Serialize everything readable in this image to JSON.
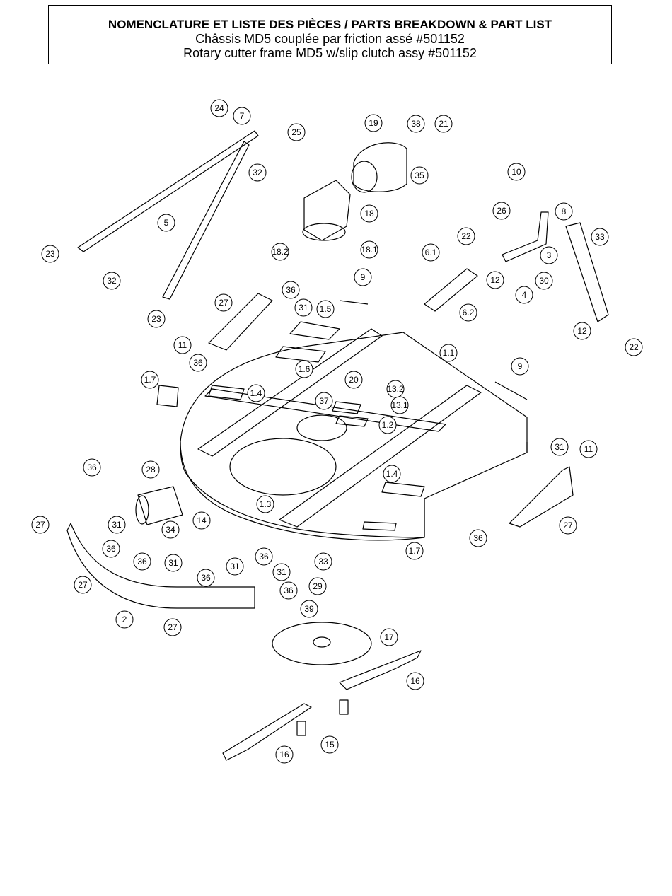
{
  "header": {
    "title": "NOMENCLATURE ET LISTE DES PIÈCES / PARTS BREAKDOWN & PART LIST",
    "subtitle_fr": "Châssis MD5 couplée par friction assé #501152",
    "subtitle_en": "Rotary cutter frame MD5 w/slip clutch assy #501152"
  },
  "callouts": [
    {
      "id": "c24a",
      "label": "24"
    },
    {
      "id": "c7",
      "label": "7"
    },
    {
      "id": "c32a",
      "label": "32"
    },
    {
      "id": "c25",
      "label": "25"
    },
    {
      "id": "c19",
      "label": "19"
    },
    {
      "id": "c38",
      "label": "38"
    },
    {
      "id": "c21",
      "label": "21"
    },
    {
      "id": "c35",
      "label": "35"
    },
    {
      "id": "c10",
      "label": "10"
    },
    {
      "id": "c26",
      "label": "26"
    },
    {
      "id": "c8",
      "label": "8"
    },
    {
      "id": "c5",
      "label": "5"
    },
    {
      "id": "c18",
      "label": "18"
    },
    {
      "id": "c22a",
      "label": "22"
    },
    {
      "id": "c33a",
      "label": "33"
    },
    {
      "id": "c23a",
      "label": "23"
    },
    {
      "id": "c18_2",
      "label": "18.2"
    },
    {
      "id": "c18_1",
      "label": "18.1"
    },
    {
      "id": "c6_1",
      "label": "6.1"
    },
    {
      "id": "c3",
      "label": "3"
    },
    {
      "id": "c32b",
      "label": "32"
    },
    {
      "id": "c9a",
      "label": "9"
    },
    {
      "id": "c12a",
      "label": "12"
    },
    {
      "id": "c30",
      "label": "30"
    },
    {
      "id": "c36a",
      "label": "36"
    },
    {
      "id": "c4",
      "label": "4"
    },
    {
      "id": "c27a",
      "label": "27"
    },
    {
      "id": "c31a",
      "label": "31"
    },
    {
      "id": "c1_5",
      "label": "1.5"
    },
    {
      "id": "c23b",
      "label": "23"
    },
    {
      "id": "c6_2",
      "label": "6.2"
    },
    {
      "id": "c12b",
      "label": "12"
    },
    {
      "id": "c22b",
      "label": "22"
    },
    {
      "id": "c11a",
      "label": "11"
    },
    {
      "id": "c1_1",
      "label": "1.1"
    },
    {
      "id": "c36b",
      "label": "36"
    },
    {
      "id": "c1_6",
      "label": "1.6"
    },
    {
      "id": "c9b",
      "label": "9"
    },
    {
      "id": "c17a",
      "label": "1.7"
    },
    {
      "id": "c20",
      "label": "20"
    },
    {
      "id": "c13_2",
      "label": "13.2"
    },
    {
      "id": "c1_4a",
      "label": "1.4"
    },
    {
      "id": "c37",
      "label": "37"
    },
    {
      "id": "c13_1",
      "label": "13.1"
    },
    {
      "id": "c1_2",
      "label": "1.2"
    },
    {
      "id": "c31b",
      "label": "31"
    },
    {
      "id": "c11b",
      "label": "11"
    },
    {
      "id": "c36c",
      "label": "36"
    },
    {
      "id": "c28",
      "label": "28"
    },
    {
      "id": "c1_4b",
      "label": "1.4"
    },
    {
      "id": "c1_3",
      "label": "1.3"
    },
    {
      "id": "c14",
      "label": "14"
    },
    {
      "id": "c27b",
      "label": "27"
    },
    {
      "id": "c31c",
      "label": "31"
    },
    {
      "id": "c34",
      "label": "34"
    },
    {
      "id": "c27c",
      "label": "27"
    },
    {
      "id": "c36d",
      "label": "36"
    },
    {
      "id": "c1_7b",
      "label": "1.7"
    },
    {
      "id": "c36e",
      "label": "36"
    },
    {
      "id": "c33b",
      "label": "33"
    },
    {
      "id": "c36f",
      "label": "36"
    },
    {
      "id": "c31d",
      "label": "31"
    },
    {
      "id": "c36g",
      "label": "36"
    },
    {
      "id": "c31e",
      "label": "31"
    },
    {
      "id": "c36h",
      "label": "36"
    },
    {
      "id": "c31f",
      "label": "31"
    },
    {
      "id": "c27d",
      "label": "27"
    },
    {
      "id": "c29",
      "label": "29"
    },
    {
      "id": "c36i",
      "label": "36"
    },
    {
      "id": "c39",
      "label": "39"
    },
    {
      "id": "c2",
      "label": "2"
    },
    {
      "id": "c27e",
      "label": "27"
    },
    {
      "id": "c17b",
      "label": "17"
    },
    {
      "id": "c16a",
      "label": "16"
    },
    {
      "id": "c15",
      "label": "15"
    },
    {
      "id": "c16b",
      "label": "16"
    }
  ]
}
